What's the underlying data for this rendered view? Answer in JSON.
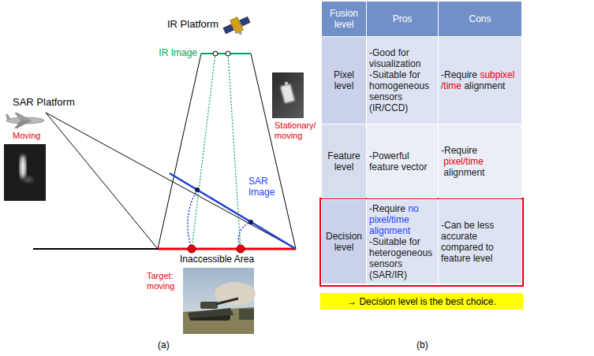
{
  "diagram": {
    "nodes": [
      {
        "text": [
          "→ Decision level is the best choice."
        ]
      }
    ],
    "labels": [
      "IR Platform",
      "IR Image",
      "SAR Platform",
      "Moving",
      "Stationary/ moving",
      "SAR Image",
      "Inaccessible Area",
      "Target: moving",
      "(a)",
      "Fusion level",
      "Pros",
      "Cons",
      "Pixel level",
      "-Good for visualization",
      "-Suitable for homogeneous sensors (IR/CCD)",
      "-Require",
      "subpixel /time",
      "alignment",
      "Feature level",
      "-Powerful feature vector",
      "-Require",
      "pixel/time",
      "alignment",
      "Decision level",
      "-Require",
      "no pixel/time alignment",
      "-Suitable for heterogeneous sensors (SAR/IR)",
      "-Can be less accurate compared to feature level",
      "(b)"
    ]
  }
}
